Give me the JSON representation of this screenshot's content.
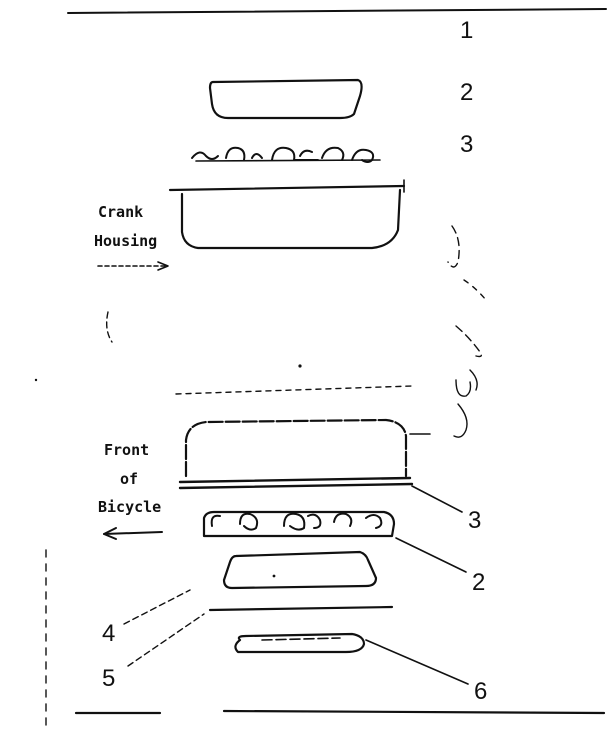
{
  "labels": {
    "n1_top": "1",
    "n2_top": "2",
    "n3_top": "3",
    "crank_line1": "Crank",
    "crank_line2": "Housing",
    "front_line1": "Front",
    "front_line2": "of",
    "front_line3": "Bicycle",
    "n3_bottom": "3",
    "n2_bottom": "2",
    "n4": "4",
    "n5": "5",
    "n6": "6"
  },
  "colors": {
    "ink": "#111111",
    "paper": "#ffffff"
  },
  "icons": {
    "crank_arrow": "arrow-left-icon",
    "front_arrow": "arrow-left-icon"
  }
}
